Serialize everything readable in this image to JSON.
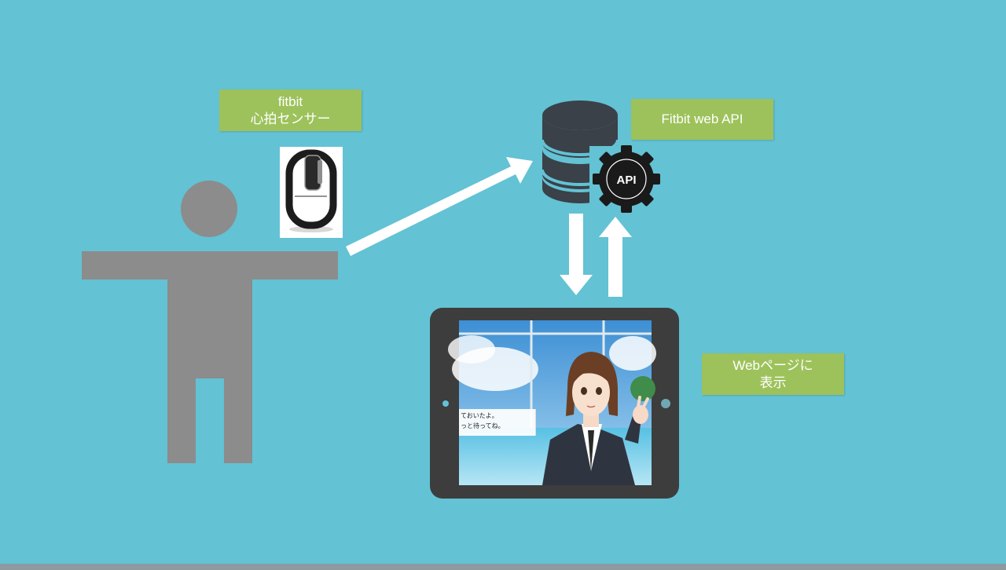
{
  "labels": {
    "fitbit_line1": "fitbit",
    "fitbit_line2": "心拍センサー",
    "api": "Fitbit web API",
    "web_line1": "Webページに",
    "web_line2": "表示"
  },
  "api_gear_text": "API",
  "screen_dialogue": {
    "line1": "ておいたよ。",
    "line2": "っと待ってね。"
  },
  "colors": {
    "background": "#63c2d4",
    "label_bg": "#9dc25b",
    "person": "#8c8c8c",
    "database": "#3a4148",
    "tablet": "#3d3d3d",
    "arrow": "#ffffff"
  }
}
